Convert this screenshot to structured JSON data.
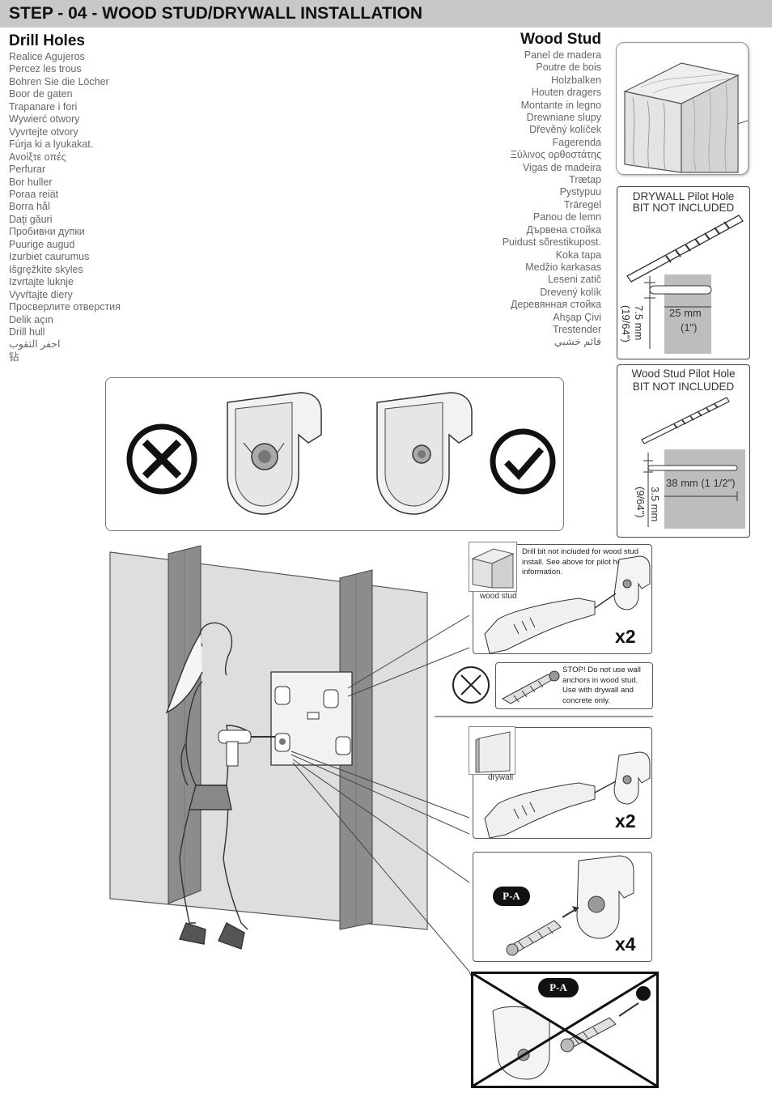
{
  "header": {
    "title": "STEP - 04 - WOOD STUD/DRYWALL INSTALLATION"
  },
  "drill_holes": {
    "title": "Drill Holes",
    "translations": [
      "Realice Agujeros",
      "Percez les trous",
      "Bohren Sie die Löcher",
      "Boor de gaten",
      "Trapanare i fori",
      "Wywierć otwory",
      "Vyvrtejte otvory",
      "Fúrja ki a lyukakat.",
      "Ανοίξτε οπές",
      "Perfurar",
      "Bor huller",
      "Poraa reiät",
      "Borra hål",
      "Daţi găuri",
      "Пробивни дупки",
      "Puurige augud",
      "Izurbiet caurumus",
      "Išgręžkite skyles",
      "Izvrtajte luknje",
      "Vyvŕtajte diery",
      "Просверлите отверстия",
      "Delik açın",
      "Drill hull",
      "احفر الثقوب",
      "钻"
    ]
  },
  "wood_stud": {
    "title": "Wood Stud",
    "translations": [
      "Panel de madera",
      "Poutre de bois",
      "Holzbalken",
      "Houten dragers",
      "Montante in legno",
      "Drewniane slupy",
      "Dřevěný kolíček",
      "Fagerenda",
      "Ξύλινος ορθοστάτης",
      "Vigas de madeira",
      "Trætap",
      "Pystypuu",
      "Träregel",
      "Panou de lemn",
      "Дървена стойка",
      "Puidust sõrestikupost.",
      "Koka tapa",
      "Medžio karkasas",
      "Leseni zatič",
      "Drevený kolík",
      "Деревянная стойка",
      "Ahşap Çivi",
      "Trestender",
      "قائم خشبي"
    ]
  },
  "drywall_panel": {
    "line1": "DRYWALL Pilot Hole",
    "line2": "BIT NOT INCLUDED",
    "depth": "25 mm",
    "depth_imperial": "(1\")",
    "diameter": "7.5 mm",
    "diameter_imperial": "(19/64\")"
  },
  "woodstud_panel": {
    "line1": "Wood Stud Pilot Hole",
    "line2": "BIT NOT INCLUDED",
    "depth": "38 mm (1 1/2\")",
    "diameter": "3.5 mm",
    "diameter_imperial": "(9/64\")"
  },
  "callouts": {
    "wood_stud_note": "Drill bit not included for wood stud install. See above for pilot hole information.",
    "wood_stud_label": "wood stud",
    "wood_stud_qty": "x2",
    "stop_note": "STOP! Do not use wall anchors in wood stud. Use with drywall and concrete only.",
    "drywall_label": "drywall",
    "drywall_qty": "x2",
    "anchor_badge": "P-A",
    "anchor_qty": "x4",
    "wrong_badge": "P-A"
  },
  "colors": {
    "header_bg": "#c8c8c8",
    "stud": "#8c8c8c",
    "wall": "#dedede"
  }
}
